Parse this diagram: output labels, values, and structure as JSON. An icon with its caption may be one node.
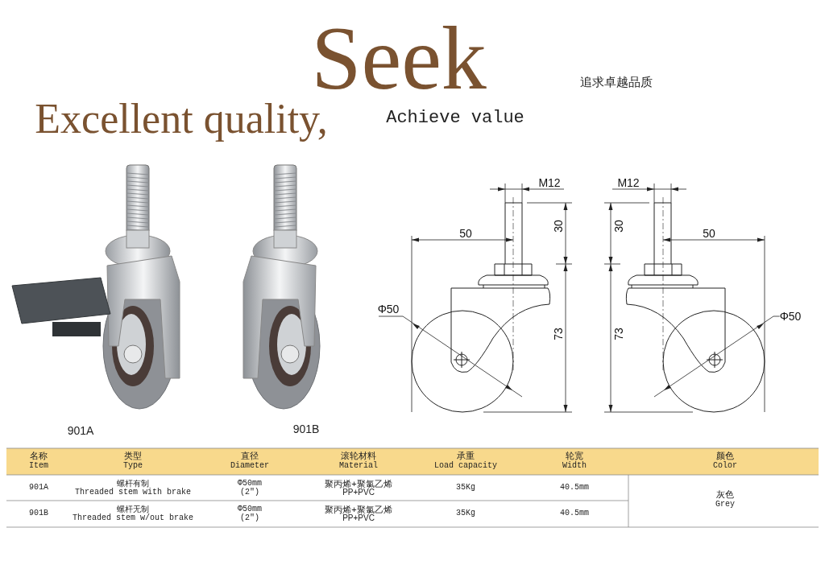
{
  "diagram": {
    "labels": [
      "Seek",
      "追求卓越品质",
      "Excellent quality,",
      "Achieve value",
      "901A",
      "901B",
      "M12",
      "30",
      "50",
      "Φ50",
      "73",
      "M12",
      "30",
      "50",
      "Φ50",
      "73",
      "名称",
      "Item",
      "类型",
      "Type",
      "直径",
      "Diameter",
      "滚轮材料",
      "Material",
      "承重",
      "Load capacity",
      "轮宽",
      "Width",
      "颜色",
      "Color",
      "901A",
      "螺杆有制",
      "Threaded stem with brake",
      "Φ50mm",
      "(2\")",
      "聚丙烯+聚氯乙烯",
      "PP+PVC",
      "35Kg",
      "40.5mm",
      "灰色",
      "Grey",
      "901B",
      "螺杆无制",
      "Threaded stem w/out brake",
      "Φ50mm",
      "(2\")",
      "聚丙烯+聚氯乙烯",
      "PP+PVC",
      "35Kg",
      "40.5mm"
    ]
  }
}
